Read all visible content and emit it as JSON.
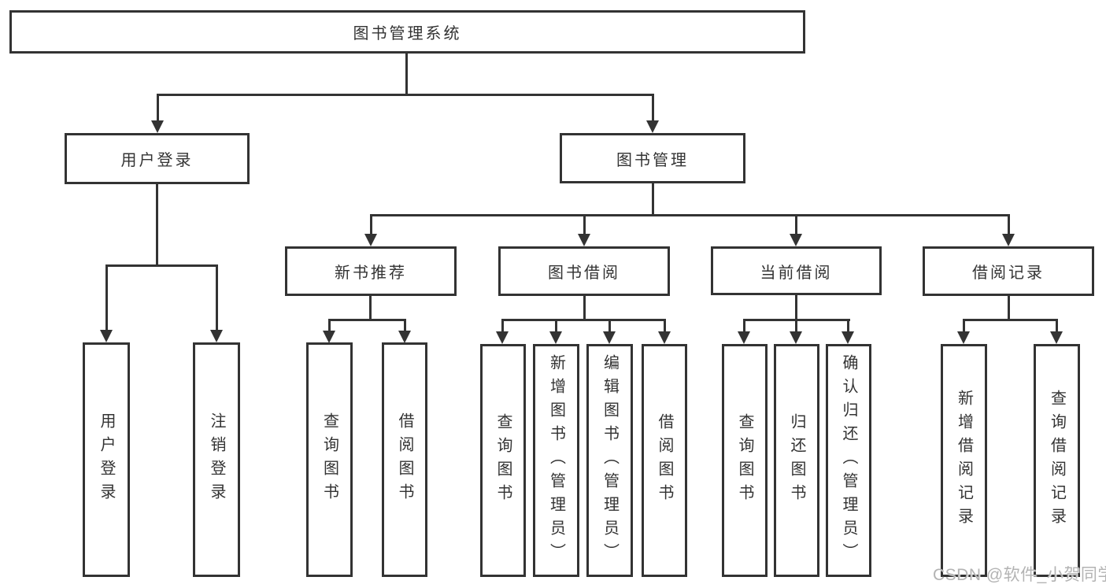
{
  "diagram": {
    "root": "图书管理系统",
    "level2": {
      "user": "用户登录",
      "book": "图书管理"
    },
    "level3": {
      "recommend": "新书推荐",
      "borrow": "图书借阅",
      "current": "当前借阅",
      "records": "借阅记录"
    },
    "leaves": {
      "user": [
        "用户登录",
        "注销登录"
      ],
      "recommend": [
        "查询图书",
        "借阅图书"
      ],
      "borrow": [
        "查询图书",
        "新增图书（管理员）",
        "编辑图书（管理员）",
        "借阅图书"
      ],
      "current": [
        "查询图书",
        "归还图书",
        "确认归还（管理员）"
      ],
      "records": [
        "新增借阅记录",
        "查询借阅记录"
      ]
    }
  },
  "watermark": "CSDN @软件_小贺同学",
  "colors": {
    "line": "#333333",
    "text": "#333333",
    "watermark": "#b3b3b3",
    "background": "#ffffff"
  }
}
